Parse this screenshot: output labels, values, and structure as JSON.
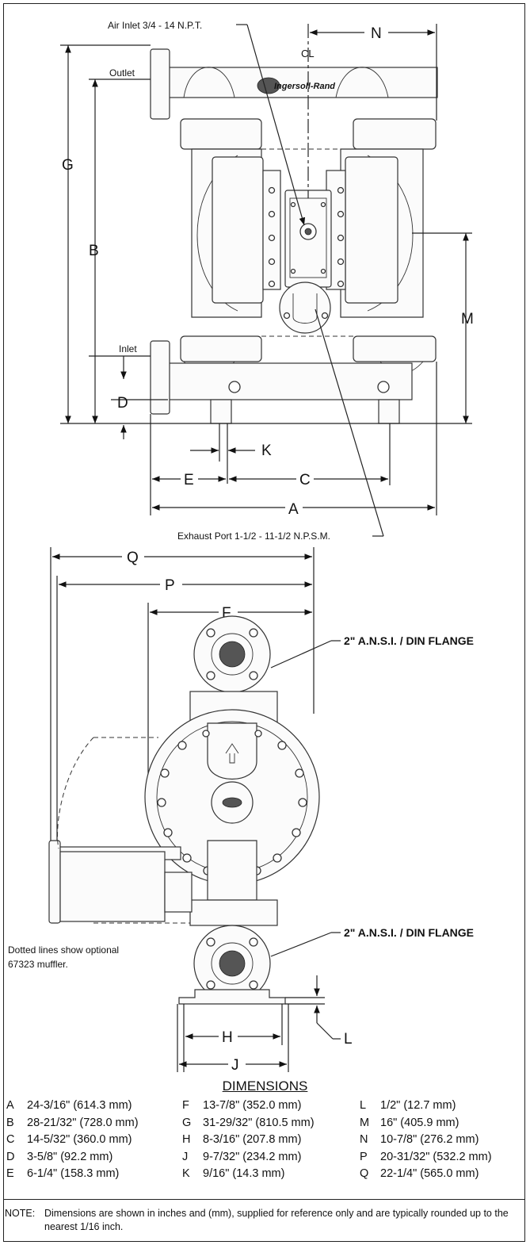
{
  "callouts": {
    "air_inlet": "Air Inlet 3/4 - 14 N.P.T.",
    "outlet": "Outlet",
    "inlet": "Inlet",
    "centerline": "CL",
    "exhaust_port": "Exhaust Port 1-1/2 - 11-1/2 N.P.S.M.",
    "flange_top": "2\" A.N.S.I. / DIN FLANGE",
    "flange_bottom": "2\" A.N.S.I. / DIN FLANGE",
    "muffler_note_1": "Dotted lines show optional",
    "muffler_note_2": "67323 muffler.",
    "logo": "Ingersoll-Rand"
  },
  "dimension_letters": [
    "A",
    "B",
    "C",
    "D",
    "E",
    "F",
    "G",
    "H",
    "J",
    "K",
    "L",
    "M",
    "N",
    "P",
    "Q"
  ],
  "dimensions_title": "DIMENSIONS",
  "dimensions": [
    {
      "key": "A",
      "value": "24-3/16\" (614.3 mm)"
    },
    {
      "key": "B",
      "value": "28-21/32\" (728.0 mm)"
    },
    {
      "key": "C",
      "value": "14-5/32\" (360.0 mm)"
    },
    {
      "key": "D",
      "value": "3-5/8\" (92.2 mm)"
    },
    {
      "key": "E",
      "value": "6-1/4\" (158.3 mm)"
    },
    {
      "key": "F",
      "value": "13-7/8\" (352.0 mm)"
    },
    {
      "key": "G",
      "value": "31-29/32\" (810.5 mm)"
    },
    {
      "key": "H",
      "value": "8-3/16\" (207.8 mm)"
    },
    {
      "key": "J",
      "value": "9-7/32\" (234.2 mm)"
    },
    {
      "key": "K",
      "value": "9/16\" (14.3 mm)"
    },
    {
      "key": "L",
      "value": "1/2\" (12.7 mm)"
    },
    {
      "key": "M",
      "value": "16\" (405.9 mm)"
    },
    {
      "key": "N",
      "value": "10-7/8\" (276.2 mm)"
    },
    {
      "key": "P",
      "value": "20-31/32\" (532.2 mm)"
    },
    {
      "key": "Q",
      "value": "22-1/4\" (565.0 mm)"
    }
  ],
  "note_label": "NOTE:",
  "note_text": "Dimensions are shown in inches and (mm), supplied for reference only and are typically rounded up to the nearest 1/16 inch."
}
